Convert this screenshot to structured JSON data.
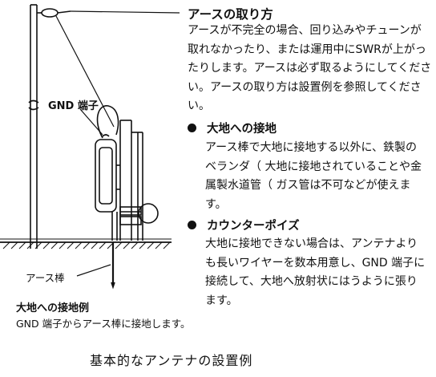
{
  "illustration": {
    "gnd_terminal_label": "GND 端子",
    "earth_rod_label": "アース棒",
    "caption_title": "大地への接地例",
    "caption_body": "GND 端子からアース棒に接地します。"
  },
  "article": {
    "title": "アースの取り方",
    "intro_lines": [
      "アースが不完全の場合、回り込みやチューンが",
      "取れなかったり、または運用中にSWRが上がっ",
      "たりします。アースは必ず取るようにしてくださ",
      "い。アースの取り方は設置例を参照してくださ",
      "い。"
    ],
    "sections": [
      {
        "heading": "大地への接地",
        "lines": [
          "アース棒で大地に接地する以外に、鉄製の",
          "ベランダ（ 大地に接地されていることや金",
          "属製水道管（ ガス管は不可などが使えま",
          "す。"
        ]
      },
      {
        "heading": "カウンターポイズ",
        "lines": [
          "大地に接地できない場合は、アンテナより",
          "も長いワイヤーを数本用意し、GND 端子に",
          "接続して、大地へ放射状にはうように張り",
          "ます。"
        ]
      }
    ]
  },
  "footer_title": "基本的なアンテナの設置例"
}
